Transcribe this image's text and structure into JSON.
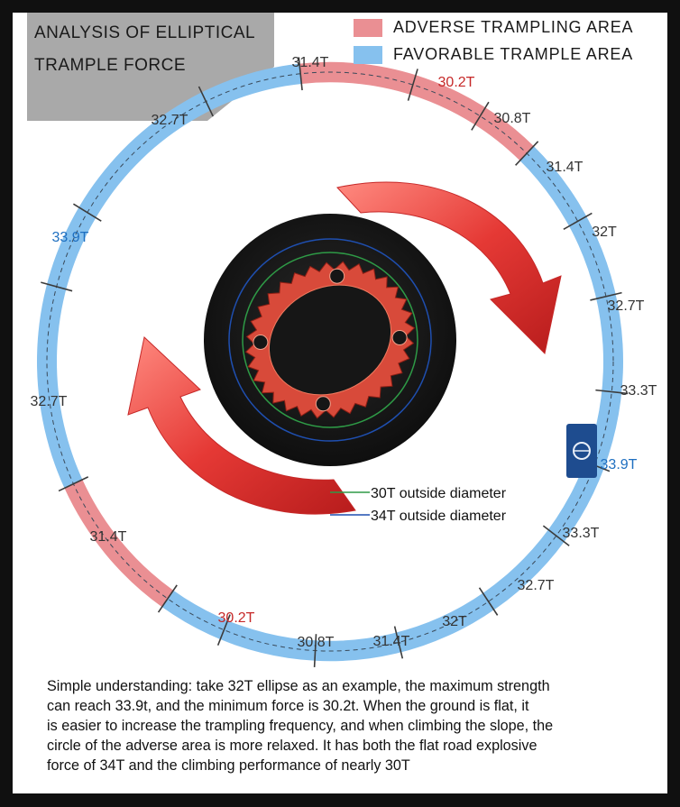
{
  "header": {
    "title_lines": [
      "ANALYSIS OF ELLIPTICAL",
      "TRAMPLE FORCE"
    ]
  },
  "legend": [
    {
      "label": "ADVERSE TRAMPLING AREA",
      "color": "#ea8f93"
    },
    {
      "label": "FAVORABLE TRAMPLE AREA",
      "color": "#86c1ee"
    }
  ],
  "ring": {
    "adverse_color": "#ea8f93",
    "favorable_color": "#86c1ee",
    "highlight_color": "#c62828",
    "tick_labels": [
      {
        "id": "t01",
        "text": "31.4T"
      },
      {
        "id": "t02",
        "text": "30.2T",
        "emphasis": true
      },
      {
        "id": "t03",
        "text": "30.8T"
      },
      {
        "id": "t04",
        "text": "31.4T"
      },
      {
        "id": "t05",
        "text": "32T"
      },
      {
        "id": "t06",
        "text": "32.7T"
      },
      {
        "id": "t07",
        "text": "33.3T"
      },
      {
        "id": "t08",
        "text": "33.9T",
        "emphasis_blue": true
      },
      {
        "id": "t09",
        "text": "33.3T"
      },
      {
        "id": "t10",
        "text": "32.7T"
      },
      {
        "id": "t11",
        "text": "32T"
      },
      {
        "id": "t12",
        "text": "31.4T"
      },
      {
        "id": "t13",
        "text": "30.8T"
      },
      {
        "id": "t14",
        "text": "30.2T",
        "emphasis": true
      },
      {
        "id": "t15",
        "text": "31.4T"
      },
      {
        "id": "t16",
        "text": "32.7T"
      },
      {
        "id": "t17",
        "text": "33.9T",
        "emphasis_blue": true
      },
      {
        "id": "t18",
        "text": "32.7T"
      }
    ]
  },
  "diameter_legend": [
    {
      "label": "30T outside diameter",
      "color": "#2e9a46"
    },
    {
      "label": "34T outside diameter",
      "color": "#1f4fb0"
    }
  ],
  "caption_lines": [
    "Simple understanding: take 32T ellipse as an example, the maximum strength",
    "can reach 33.9t, and the minimum force is 30.2t. When the ground is flat, it",
    "is easier to increase the trampling frequency, and when climbing the slope, the",
    "circle of the adverse area is more relaxed. It has both the flat road explosive",
    "force of 34T and the climbing performance of nearly 30T"
  ]
}
